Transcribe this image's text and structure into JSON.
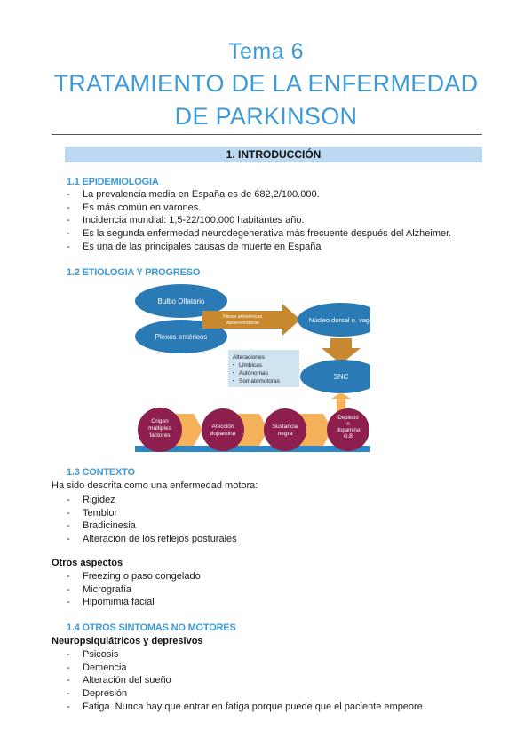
{
  "header": {
    "tema": "Tema 6",
    "title": "TRATAMIENTO DE LA ENFERMEDAD DE PARKINSON"
  },
  "section": {
    "heading": "1.  INTRODUCCIÓN"
  },
  "epidemiologia": {
    "title": "1.1 EPIDEMIOLOGIA",
    "items": [
      "La prevalencia media en España es de 682,2/100.000.",
      "Es más común en varones.",
      "Incidencia mundial: 1,5-22/100.000 habitantes año.",
      "Es la segunda enfermedad neurodegenerativa más frecuente después del Alzheimer.",
      "Es una de las principales causas de muerte en España"
    ]
  },
  "etiologia": {
    "title": "1.2 ETIOLOGIA Y PROGRESO",
    "diagram": {
      "bulbo": "Bulbo Olfatorio",
      "plexos": "Plexos entéricos",
      "fibras": [
        "Fibras amielínicas",
        "viaceromotoras"
      ],
      "nucleo": "Núcleo dorsal n. vago",
      "alteraciones_title": "Alteraciones",
      "alteraciones": [
        "Límbicas",
        "Autónomas",
        "Somatomotoras"
      ],
      "snc": "SNC",
      "origen": [
        "Origen",
        "múltiples",
        "factores"
      ],
      "afeccion": [
        "Afección",
        "dopamina"
      ],
      "sustancia": [
        "Sustancia",
        "negra"
      ],
      "deplecion": [
        "Depleció",
        "n",
        "dopamina",
        "G.B"
      ],
      "colors": {
        "blue_ellipse": "#2a7ab5",
        "arrow": "#c8882d",
        "purple": "#8c1f4d",
        "chevron": "#f5b25a",
        "baseline": "#2f86c4",
        "box": "#cfe3f0"
      }
    }
  },
  "contexto": {
    "title": "1.3 CONTEXTO",
    "intro": "Ha sido descrita como una enfermedad motora:",
    "items": [
      "Rigidez",
      "Temblor",
      "Bradicinesia",
      "Alteración de los reflejos posturales"
    ],
    "otros_title": "Otros aspectos",
    "otros": [
      "Freezing o paso congelado",
      "Micrografía",
      "Hipomimia facial"
    ]
  },
  "otros_sintomas": {
    "title": "1.4 OTROS SINTOMAS NO MOTORES",
    "subtitle": "Neuropsiquiátricos y depresivos",
    "items": [
      "Psicosis",
      "Demencia",
      "Alteración del sueño",
      "Depresión",
      "Fatiga. Nunca hay que entrar en fatiga porque puede que el paciente empeore"
    ]
  }
}
